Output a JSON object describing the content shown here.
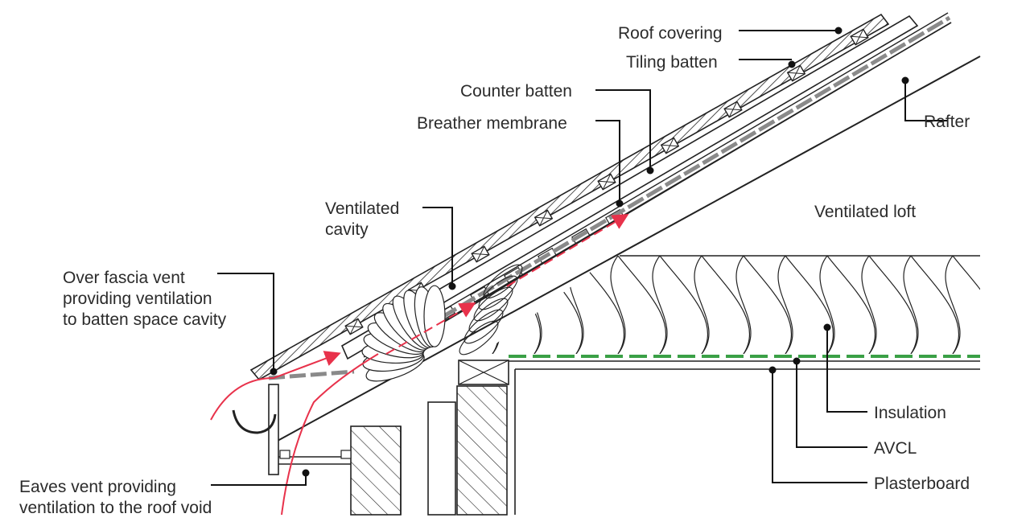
{
  "labels": {
    "roof_covering": "Roof covering",
    "tiling_batten": "Tiling batten",
    "counter_batten": "Counter batten",
    "breather_membrane": "Breather membrane",
    "rafter": "Rafter",
    "ventilated_cavity_1": "Ventilated",
    "ventilated_cavity_2": "cavity",
    "ventilated_loft": "Ventilated loft",
    "over_fascia_1": "Over fascia vent",
    "over_fascia_2": "providing ventilation",
    "over_fascia_3": "to batten space cavity",
    "insulation": "Insulation",
    "avcl": "AVCL",
    "plasterboard": "Plasterboard",
    "eaves_1": "Eaves vent providing",
    "eaves_2": "ventilation to the roof void"
  },
  "colors": {
    "line": "#222222",
    "airflow": "#e8324b",
    "avcl": "#3aa046",
    "membrane": "#8a8a8a",
    "text": "#2b2b2b"
  }
}
